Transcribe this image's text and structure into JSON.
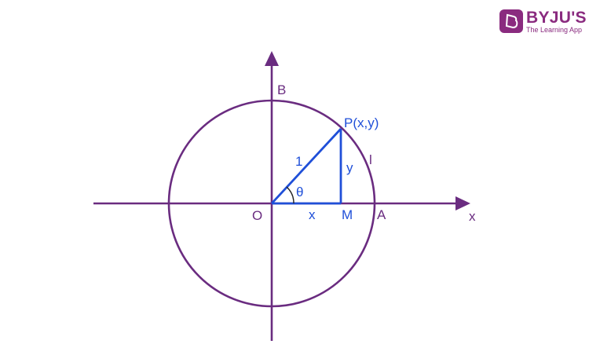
{
  "logo": {
    "brand": "BYJU'S",
    "tagline": "The Learning App",
    "color": "#8a2b7f"
  },
  "colors": {
    "axis": "#6a2c80",
    "triangle": "#1f4fd8",
    "text": "#6a2c80",
    "text_blue": "#1f4fd8"
  },
  "labels": {
    "B": "B",
    "P": "P(x,y)",
    "l": "l",
    "one": "1",
    "y": "y",
    "theta": "θ",
    "O": "O",
    "x_seg": "x",
    "M": "M",
    "A": "A",
    "x_axis": "x"
  }
}
